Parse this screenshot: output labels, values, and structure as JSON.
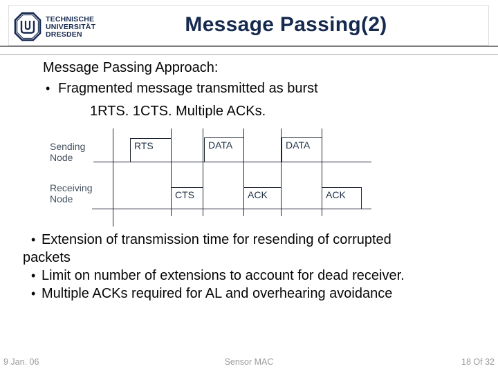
{
  "logo": {
    "line1": "TECHNISCHE",
    "line2": "UNIVERSITÄT",
    "line3": "DRESDEN"
  },
  "title": "Message Passing(2)",
  "content": {
    "heading": "Message Passing Approach:",
    "bullet_char": "•",
    "intro_bullet": "Fragmented message transmitted as burst",
    "intro_sub": "1RTS. 1CTS. Multiple ACKs."
  },
  "diagram": {
    "sending_label": [
      "Sending",
      "Node"
    ],
    "receiving_label": [
      "Receiving",
      "Node"
    ],
    "sender_boxes": [
      "RTS",
      "DATA",
      "DATA"
    ],
    "receiver_boxes": [
      "CTS",
      "ACK",
      "ACK"
    ]
  },
  "bottom_bullets": {
    "line1": "Extension of transmission time for resending of corrupted",
    "line2": "packets",
    "line3": "Limit on number of extensions to account for dead receiver.",
    "line4": "Multiple ACKs required for AL and overhearing avoidance"
  },
  "footer": {
    "date": "9 Jan. 06",
    "center": "Sensor MAC",
    "page": "18 Of 32"
  },
  "colors": {
    "navy": "#16294e",
    "diagram_line": "#1c2330",
    "label_gray": "#44505e",
    "footer_gray": "#9b9b9b",
    "rule_dark": "#7d7d7d",
    "rule_light": "#ababab"
  }
}
